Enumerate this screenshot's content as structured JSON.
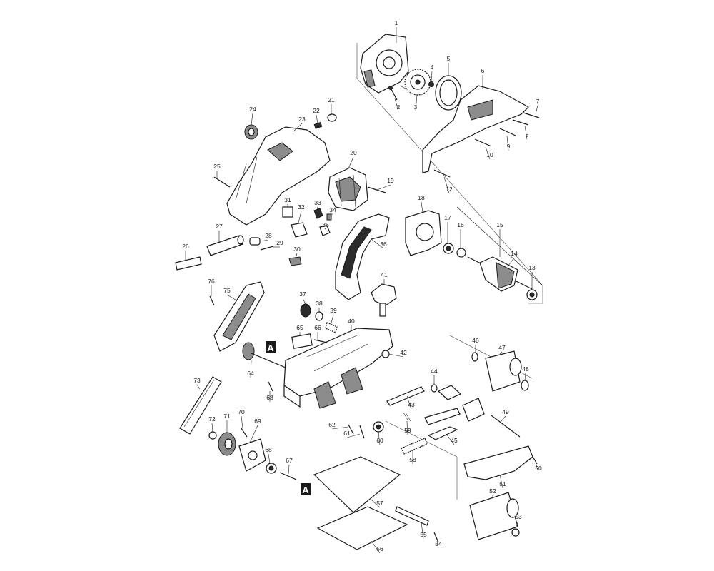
{
  "parts": [
    {
      "num": "1"
    },
    {
      "num": "2"
    },
    {
      "num": "3"
    },
    {
      "num": "4"
    },
    {
      "num": "5"
    },
    {
      "num": "6"
    },
    {
      "num": "7"
    },
    {
      "num": "8"
    },
    {
      "num": "9"
    },
    {
      "num": "10"
    },
    {
      "num": "12"
    },
    {
      "num": "13"
    },
    {
      "num": "14"
    },
    {
      "num": "15"
    },
    {
      "num": "16"
    },
    {
      "num": "17"
    },
    {
      "num": "18"
    },
    {
      "num": "19"
    },
    {
      "num": "20"
    },
    {
      "num": "21"
    },
    {
      "num": "22"
    },
    {
      "num": "23"
    },
    {
      "num": "24"
    },
    {
      "num": "25"
    },
    {
      "num": "26"
    },
    {
      "num": "27"
    },
    {
      "num": "28"
    },
    {
      "num": "29"
    },
    {
      "num": "30"
    },
    {
      "num": "31"
    },
    {
      "num": "32"
    },
    {
      "num": "33"
    },
    {
      "num": "34"
    },
    {
      "num": "35"
    },
    {
      "num": "36"
    },
    {
      "num": "37"
    },
    {
      "num": "38"
    },
    {
      "num": "39"
    },
    {
      "num": "40"
    },
    {
      "num": "41"
    },
    {
      "num": "42"
    },
    {
      "num": "43"
    },
    {
      "num": "44"
    },
    {
      "num": "45"
    },
    {
      "num": "46"
    },
    {
      "num": "47"
    },
    {
      "num": "48"
    },
    {
      "num": "49"
    },
    {
      "num": "50"
    },
    {
      "num": "51"
    },
    {
      "num": "52"
    },
    {
      "num": "53"
    },
    {
      "num": "54"
    },
    {
      "num": "55"
    },
    {
      "num": "56"
    },
    {
      "num": "57"
    },
    {
      "num": "58"
    },
    {
      "num": "59"
    },
    {
      "num": "60"
    },
    {
      "num": "61"
    },
    {
      "num": "62"
    },
    {
      "num": "63"
    },
    {
      "num": "64"
    },
    {
      "num": "65"
    },
    {
      "num": "66"
    },
    {
      "num": "67"
    },
    {
      "num": "68"
    },
    {
      "num": "69"
    },
    {
      "num": "70"
    },
    {
      "num": "71"
    },
    {
      "num": "72"
    },
    {
      "num": "73"
    },
    {
      "num": "75"
    },
    {
      "num": "76"
    }
  ],
  "markers": [
    {
      "text": "A"
    },
    {
      "text": "A"
    }
  ]
}
